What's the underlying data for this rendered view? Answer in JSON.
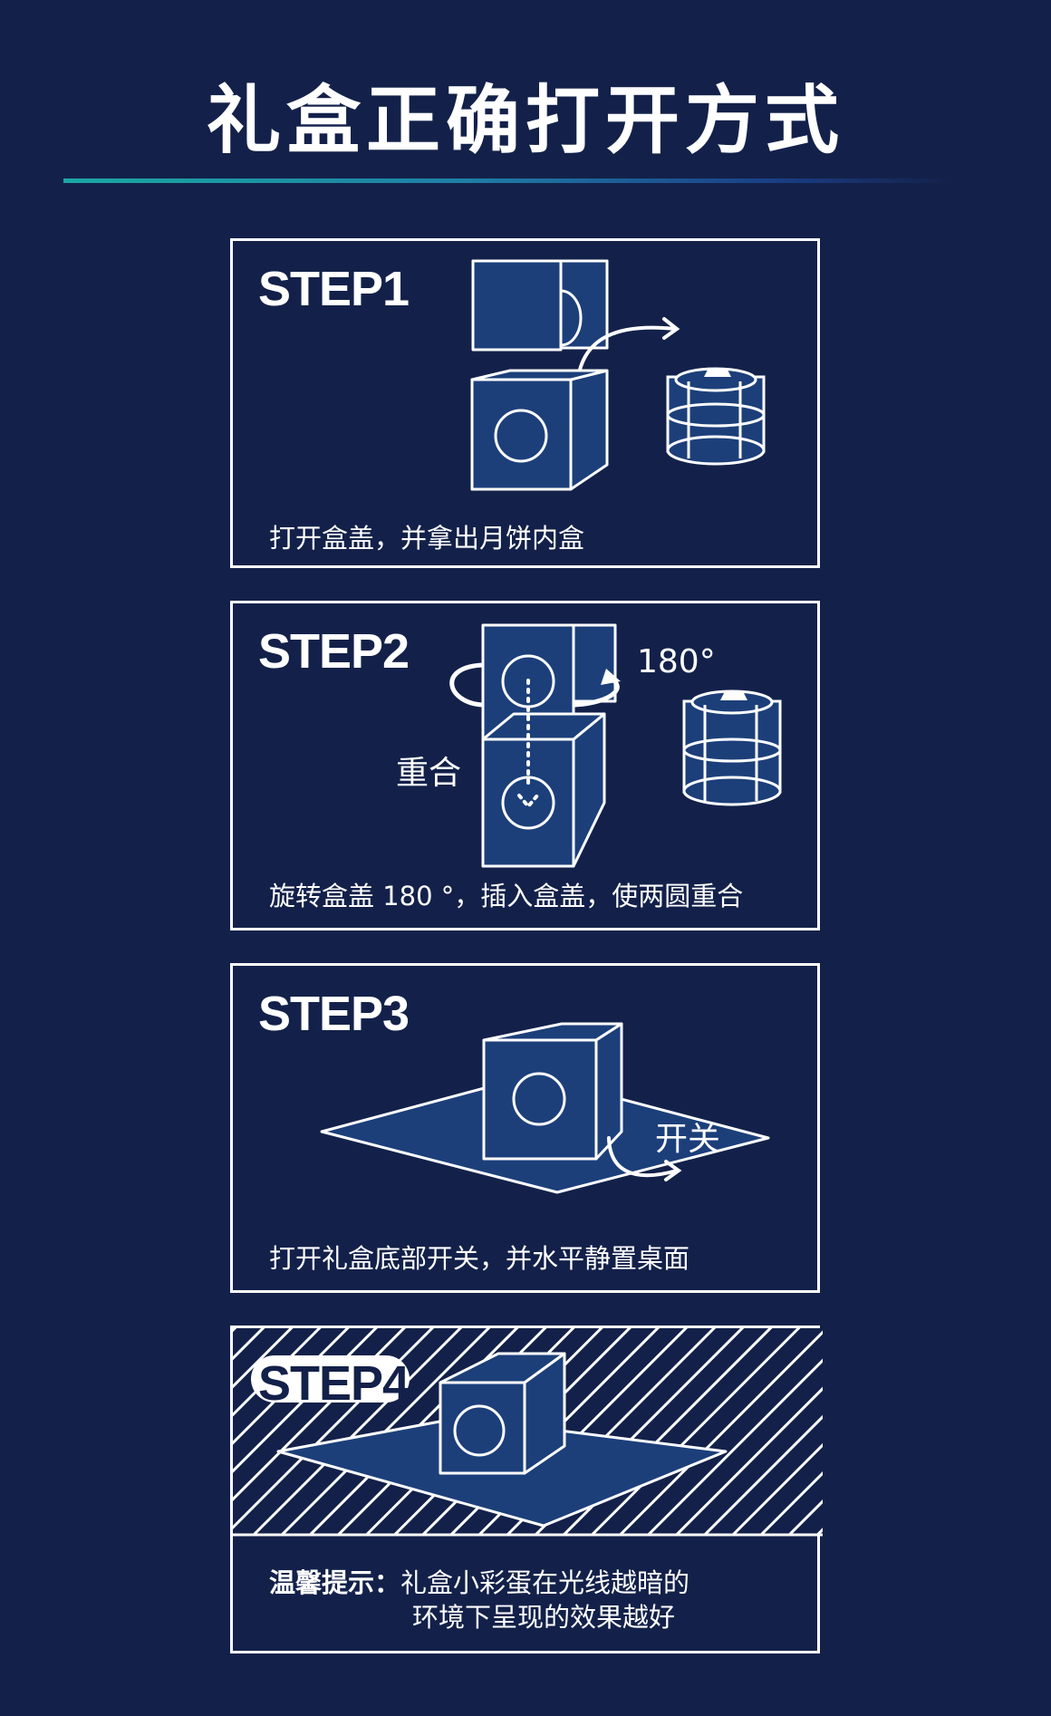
{
  "title": "礼盒正确打开方式",
  "steps": [
    {
      "label": "STEP1",
      "caption": "打开盒盖，并拿出月饼内盒"
    },
    {
      "label": "STEP2",
      "caption": "旋转盒盖 180 °，插入盒盖，使两圆重合",
      "angle_label": "180°",
      "overlap_label": "重合"
    },
    {
      "label": "STEP3",
      "caption": "打开礼盒底部开关，并水平静置桌面",
      "switch_label": "开关"
    },
    {
      "label": "STEP4"
    }
  ],
  "tip": {
    "heading": "温馨提示：",
    "line1": "礼盒小彩蛋在光线越暗的",
    "line2": "环境下呈现的效果越好"
  },
  "colors": {
    "background": "#13214a",
    "box_fill": "#1c3f7a",
    "accent_line": "#1aa7a2"
  },
  "icons": [
    "arrow-icon",
    "rotate-arrow-icon",
    "moon-icon"
  ]
}
